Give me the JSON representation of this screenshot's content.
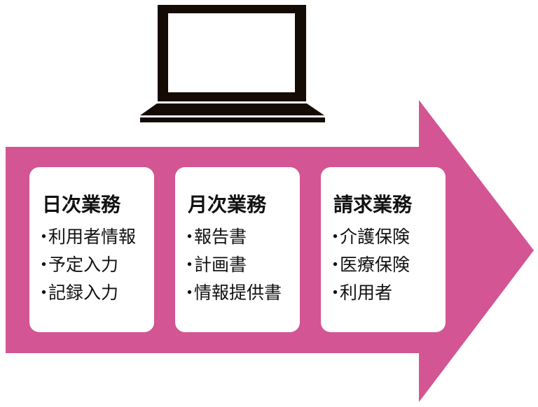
{
  "colors": {
    "arrow": "#d35593",
    "laptop": "#150b05",
    "box": "#ffffff"
  },
  "icons": {
    "laptop": "laptop-icon",
    "arrow": "arrow-right-shape"
  },
  "stages": [
    {
      "title": "日次業務",
      "items": [
        "利用者情報",
        "予定入力",
        "記録入力"
      ]
    },
    {
      "title": "月次業務",
      "items": [
        "報告書",
        "計画書",
        "情報提供書"
      ]
    },
    {
      "title": "請求業務",
      "items": [
        "介護保険",
        "医療保険",
        "利用者"
      ]
    }
  ]
}
